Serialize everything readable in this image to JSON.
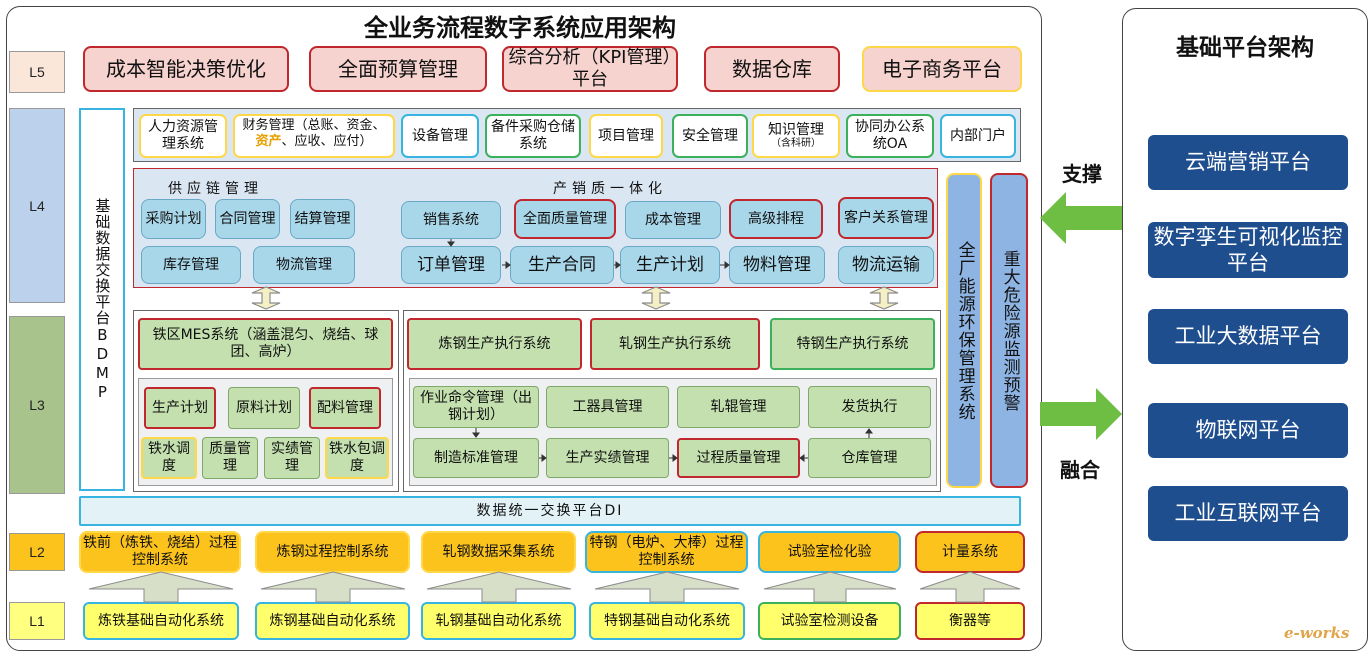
{
  "main_title": "全业务流程数字系统应用架构",
  "right_title": "基础平台架构",
  "levels": {
    "l5": "L5",
    "l4": "L4",
    "l3": "L3",
    "l2": "L2",
    "l1": "L1"
  },
  "l5_items": [
    "成本智能决策优化",
    "全面预算管理",
    "综合分析（KPI管理）平台",
    "数据仓库",
    "电子商务平台"
  ],
  "bdmp": "基础数据交换平台BDMP",
  "l4_top": [
    "人力资源管理系统",
    "财务管理（总账、资金、",
    "资产",
    "、应收、应付）",
    "设备管理",
    "备件采购仓储系统",
    "项目管理",
    "安全管理",
    "知识管理",
    "（含科研）",
    "协同办公系统OA",
    "内部门户"
  ],
  "supply_chain": {
    "header": "供应链管理",
    "items": [
      "采购计划",
      "合同管理",
      "结算管理",
      "库存管理",
      "物流管理"
    ]
  },
  "psq": {
    "header": "产销质一体化",
    "items": [
      "销售系统",
      "全面质量管理",
      "成本管理",
      "高级排程",
      "客户关系管理",
      "订单管理",
      "生产合同",
      "生产计划",
      "物料管理",
      "物流运输"
    ]
  },
  "vertical": [
    "全厂能源环保管理系统",
    "重大危险源监测预警"
  ],
  "iron_mes": {
    "title": "铁区MES系统（涵盖混匀、烧结、球团、高炉）",
    "items": [
      "生产计划",
      "原料计划",
      "配料管理",
      "铁水调度",
      "质量管理",
      "实绩管理",
      "铁水包调度"
    ]
  },
  "steel_exec": [
    "炼钢生产执行系统",
    "轧钢生产执行系统",
    "特钢生产执行系统"
  ],
  "steel_items": [
    "作业命令管理（出钢计划）",
    "工器具管理",
    "轧辊管理",
    "发货执行",
    "制造标准管理",
    "生产实绩管理",
    "过程质量管理",
    "仓库管理"
  ],
  "di": "数据统一交换平台DI",
  "l2_items": [
    "铁前（炼铁、烧结）过程控制系统",
    "炼钢过程控制系统",
    "轧钢数据采集系统",
    "特钢（电炉、大棒）过程控制系统",
    "试验室检化验",
    "计量系统"
  ],
  "l1_items": [
    "炼铁基础自动化系统",
    "炼钢基础自动化系统",
    "轧钢基础自动化系统",
    "特钢基础自动化系统",
    "试验室检测设备",
    "衡器等"
  ],
  "support_label": "支撑",
  "fusion_label": "融合",
  "platforms": [
    "云端营销平台",
    "数字孪生可视化监控平台",
    "工业大数据平台",
    "物联网平台",
    "工业互联网平台"
  ],
  "watermark": "e-works",
  "colors": {
    "accent_red": "#c0282d",
    "navy": "#1f4e8e",
    "arrow_green": "#6fbe44",
    "gold": "#fcc31d"
  }
}
